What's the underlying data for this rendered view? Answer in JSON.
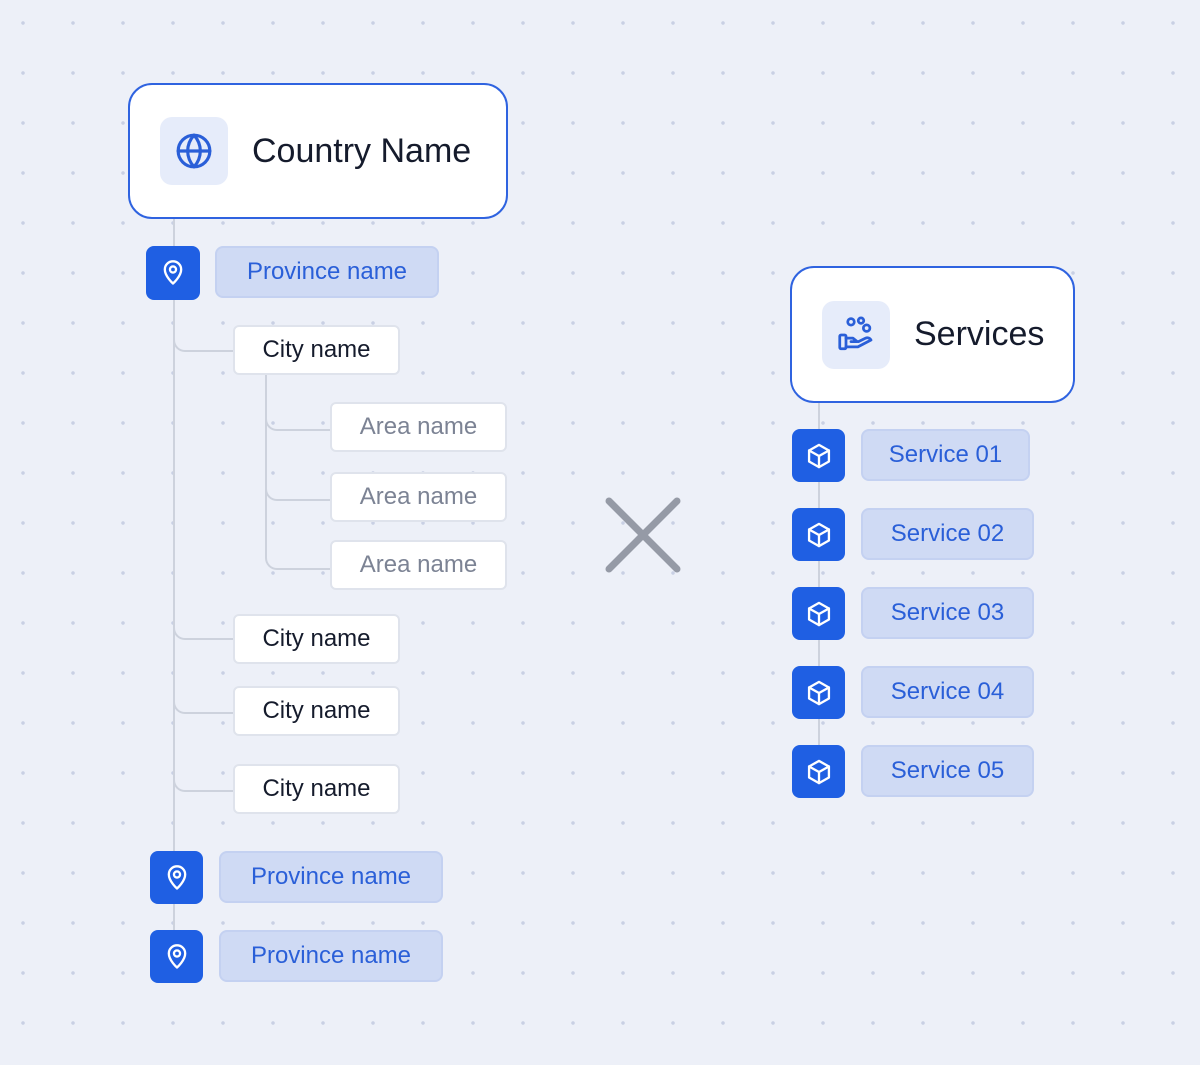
{
  "hierarchy": {
    "country": {
      "label": "Country Name",
      "icon": "globe-icon"
    },
    "provinces": [
      {
        "label": "Province name",
        "icon": "map-pin-icon"
      },
      {
        "label": "Province name",
        "icon": "map-pin-icon"
      },
      {
        "label": "Province name",
        "icon": "map-pin-icon"
      }
    ],
    "cities": [
      {
        "label": "City name"
      },
      {
        "label": "City name"
      },
      {
        "label": "City name"
      },
      {
        "label": "City name"
      }
    ],
    "areas": [
      {
        "label": "Area name"
      },
      {
        "label": "Area name"
      },
      {
        "label": "Area name"
      }
    ]
  },
  "cross_icon": "close-icon",
  "services": {
    "header": {
      "label": "Services",
      "icon": "hand-with-coins-icon"
    },
    "items": [
      {
        "label": "Service 01",
        "icon": "package-cube-icon"
      },
      {
        "label": "Service 02",
        "icon": "package-cube-icon"
      },
      {
        "label": "Service 03",
        "icon": "package-cube-icon"
      },
      {
        "label": "Service 04",
        "icon": "package-cube-icon"
      },
      {
        "label": "Service 05",
        "icon": "package-cube-icon"
      }
    ]
  },
  "colors": {
    "accent": "#1f5fe3",
    "pill_bg": "#cfdaf4",
    "pill_text": "#2a5fd8",
    "connector": "#cdd2dd",
    "background": "#edf0f8"
  }
}
